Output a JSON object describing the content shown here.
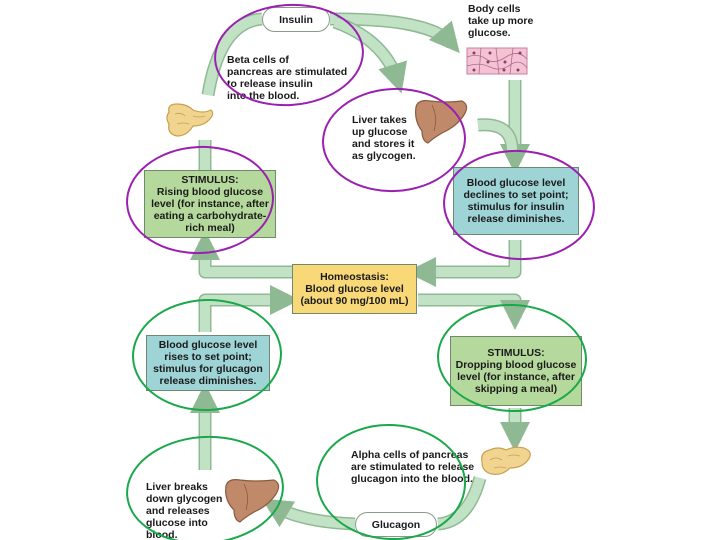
{
  "colors": {
    "stimulus_box": "#b5d99c",
    "response_box": "#9ed4d6",
    "homeostasis_box": "#f9d878",
    "arrow": "#c2e2c6",
    "arrow_edge": "#8fb993",
    "purple_ring": "#9b1fb0",
    "green_ring": "#1aa84a",
    "organ": "#c08a6a"
  },
  "diagram": {
    "insulin_label": "Insulin",
    "glucagon_label": "Glucagon",
    "body_cells": "Body cells\ntake up more\nglucose.",
    "beta_cells": "Beta cells of\npancreas are stimulated\nto release insulin\ninto the blood.",
    "liver_takes": "Liver takes\nup glucose\nand stores it\nas glycogen.",
    "stimulus_rising": "STIMULUS:\nRising blood glucose\nlevel (for instance, after\neating a carbohydrate-\nrich meal)",
    "declines": "Blood glucose level\ndeclines to set point;\nstimulus for insulin\nrelease diminishes.",
    "homeostasis": "Homeostasis:\nBlood glucose level\n(about 90 mg/100 mL)",
    "rises": "Blood glucose level\nrises to set point;\nstimulus for glucagon\nrelease diminishes.",
    "stimulus_dropping": "STIMULUS:\nDropping blood glucose\nlevel (for instance, after\nskipping a meal)",
    "alpha_cells": "Alpha cells of pancreas\nare stimulated to release\nglucagon into the blood.",
    "liver_breaks": "Liver breaks\ndown glycogen\nand releases\nglucose into\nblood."
  },
  "icons": [
    "pancreas-icon",
    "liver-icon",
    "body-cells-icon"
  ]
}
